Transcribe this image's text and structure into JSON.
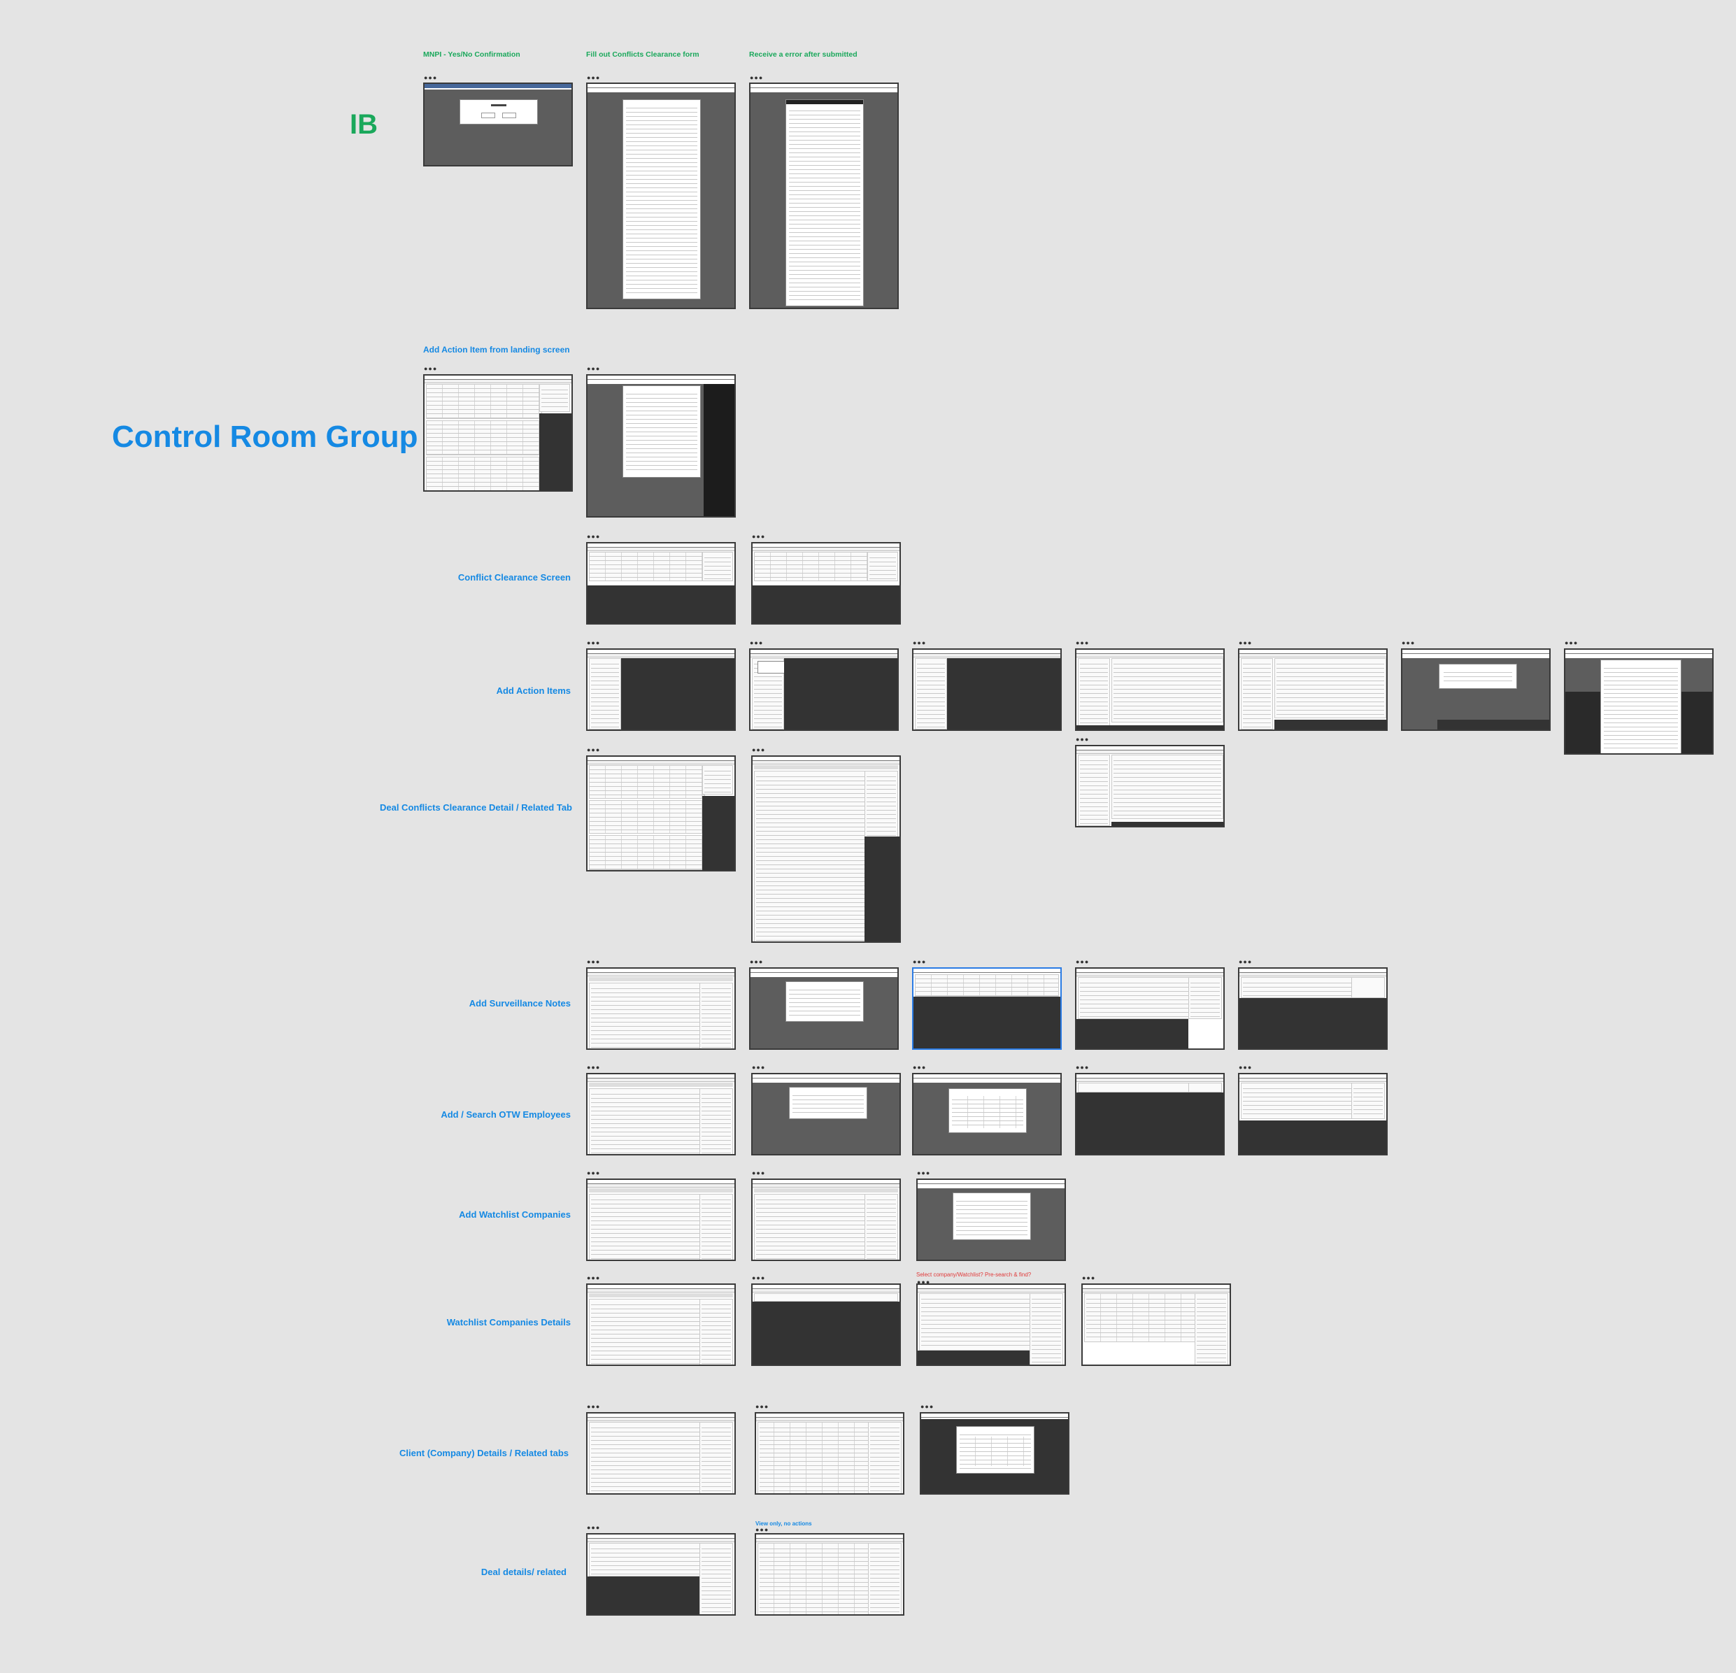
{
  "groups": {
    "ib": "IB",
    "control_room": "Control Room Group"
  },
  "captions": {
    "mnpi": "MNPI - Yes/No Confirmation",
    "fill_conflicts": "Fill out Conflicts Clearance form",
    "error_submitted": "Receive a error after submitted",
    "add_action_landing": "Add Action Item from landing screen",
    "view_only": "View only, no actions",
    "red_note": "Select company/Watchlist? Pre-search & find?"
  },
  "rows": {
    "conflict_clearance": "Conflict Clearance Screen",
    "add_action_items": "Add Action Items",
    "deal_conflicts_detail": "Deal Conflicts Clearance Detail / Related Tab",
    "add_surveillance_notes": "Add Surveillance Notes",
    "add_search_otw": "Add / Search OTW Employees",
    "add_watchlist": "Add Watchlist Companies",
    "watchlist_details": "Watchlist Companies Details",
    "client_company_details": "Client (Company) Details / Related tabs",
    "deal_details": "Deal details/ related"
  },
  "colors": {
    "background": "#e4e4e4",
    "ib_green": "#1aa85b",
    "control_blue": "#1589e3",
    "frame_border": "#3a3a3a",
    "overlay_dark": "#333333",
    "selected_blue": "#2a7be4",
    "note_red": "#e03a3a"
  }
}
